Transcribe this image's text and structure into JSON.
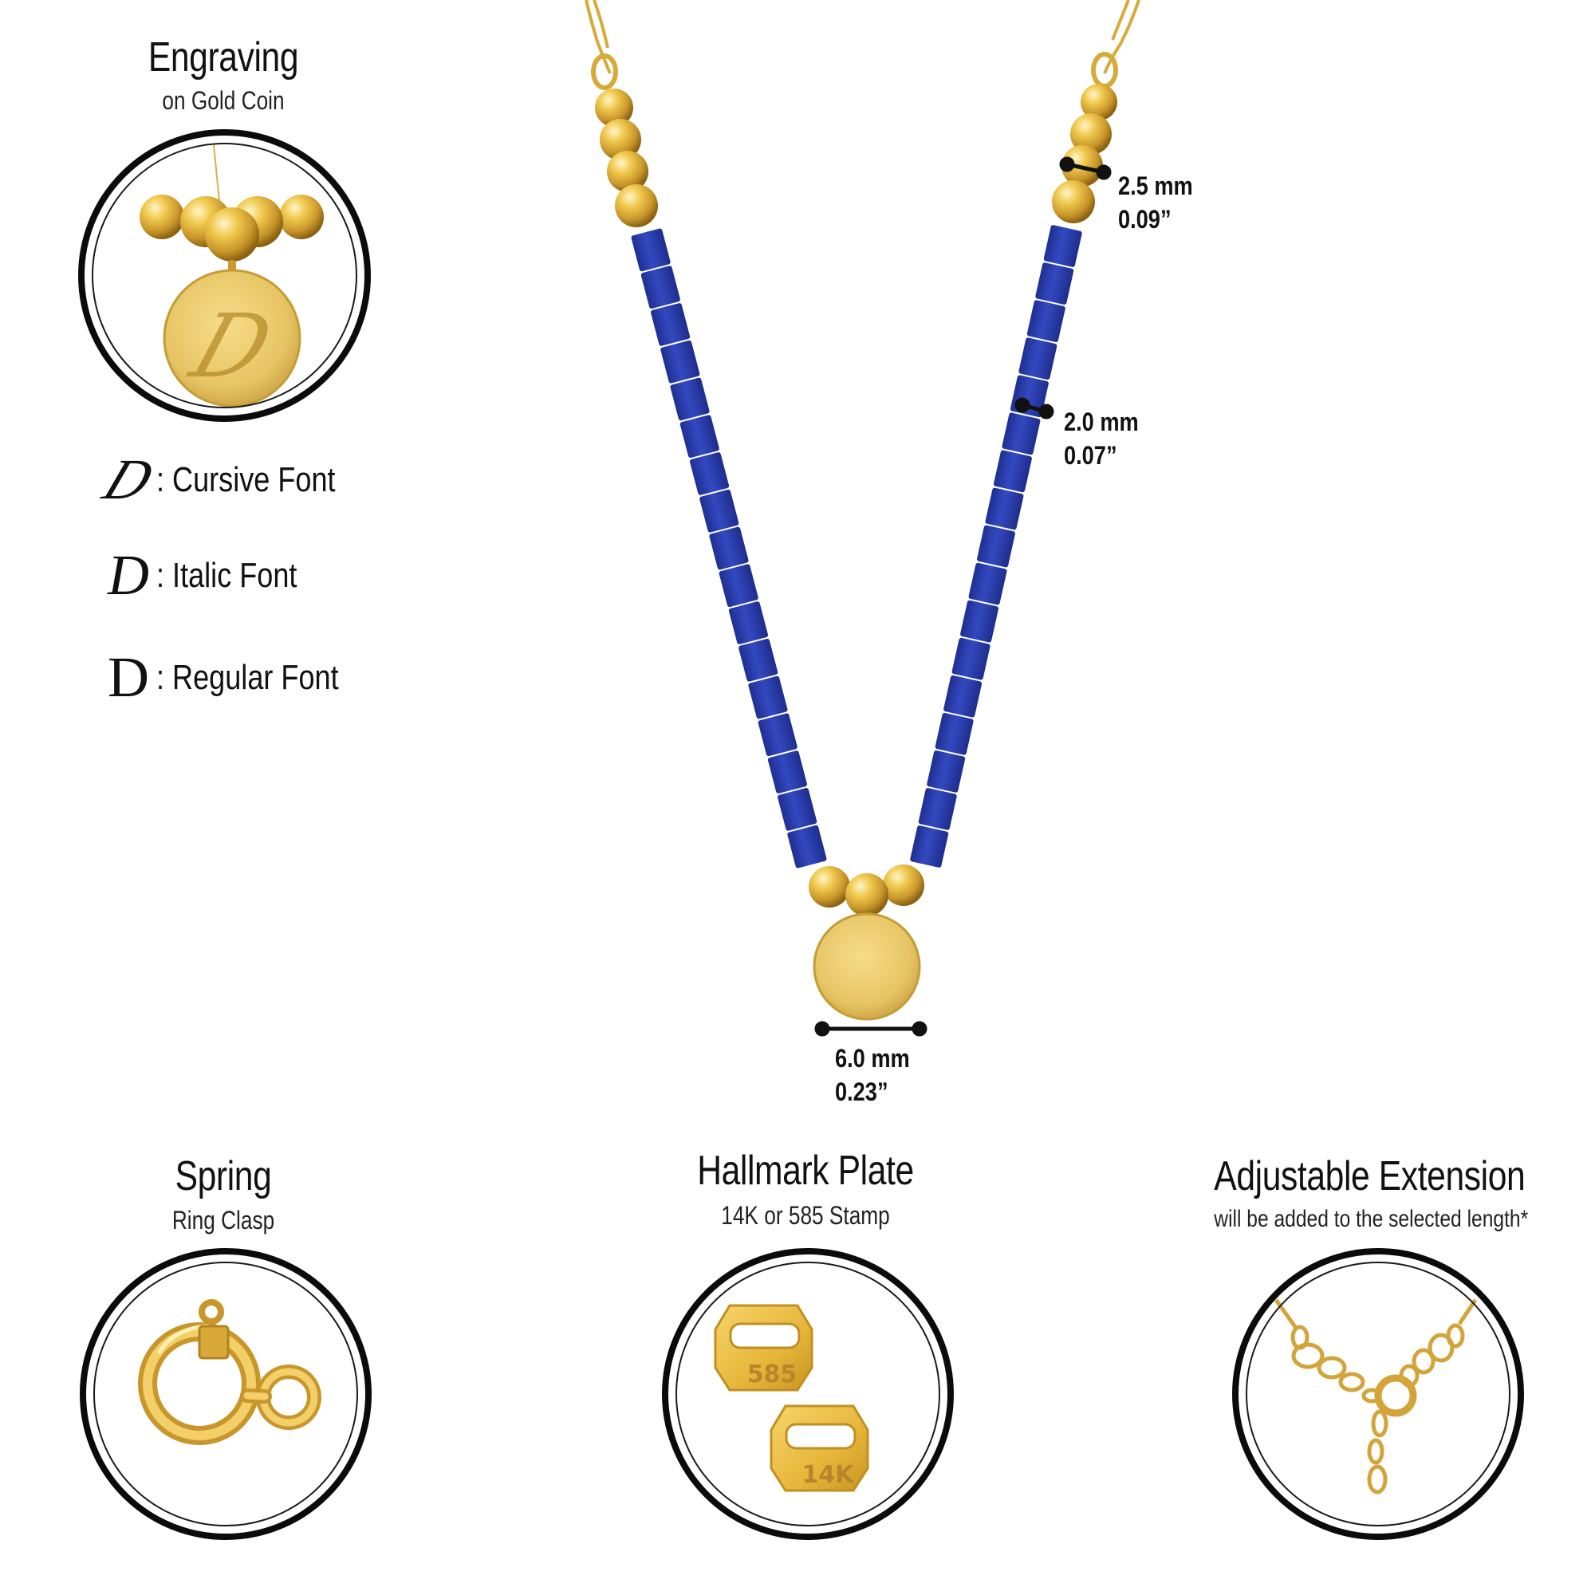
{
  "engraving": {
    "title": "Engraving",
    "subtitle": "on Gold Coin",
    "coin_letter": "D",
    "fonts": [
      {
        "glyph": "D",
        "label": ": Cursive Font"
      },
      {
        "glyph": "D",
        "label": ": Italic Font"
      },
      {
        "glyph": "D",
        "label": ": Regular Font"
      }
    ]
  },
  "dimensions": {
    "bead": {
      "mm": "2.5 mm",
      "inch": "0.09”"
    },
    "tube": {
      "mm": "2.0 mm",
      "inch": "0.07”"
    },
    "coin": {
      "mm": "6.0 mm",
      "inch": "0.23”"
    }
  },
  "features": [
    {
      "title": "Spring",
      "subtitle": "Ring Clasp",
      "icon": "spring-ring-clasp-icon"
    },
    {
      "title": "Hallmark Plate",
      "subtitle": "14K or 585 Stamp",
      "icon": "hallmark-plate-icon",
      "stamps": [
        "585",
        "14K"
      ]
    },
    {
      "title": "Adjustable Extension",
      "subtitle": "will be added to the selected length*",
      "icon": "extension-chain-icon"
    }
  ],
  "colors": {
    "gold": "#e3b93d",
    "gold_dark": "#b8861b",
    "lapis": "#2a3fb0",
    "ring": "#0b0b0b"
  }
}
